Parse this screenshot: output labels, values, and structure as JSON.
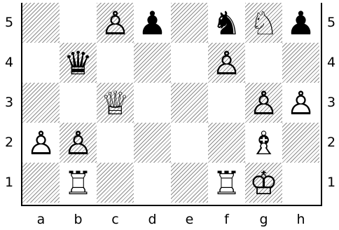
{
  "board": {
    "files": [
      "a",
      "b",
      "c",
      "d",
      "e",
      "f",
      "g",
      "h"
    ],
    "ranks": [
      "5",
      "4",
      "3",
      "2",
      "1"
    ],
    "pieces": [
      {
        "square": "c5",
        "piece": "white-pawn",
        "glyph": "♙"
      },
      {
        "square": "d5",
        "piece": "black-pawn",
        "glyph": "♟"
      },
      {
        "square": "f5",
        "piece": "black-knight",
        "glyph": "♞"
      },
      {
        "square": "g5",
        "piece": "white-knight",
        "glyph": "♘"
      },
      {
        "square": "h5",
        "piece": "black-pawn",
        "glyph": "♟"
      },
      {
        "square": "b4",
        "piece": "black-queen",
        "glyph": "♛"
      },
      {
        "square": "f4",
        "piece": "white-pawn",
        "glyph": "♙"
      },
      {
        "square": "c3",
        "piece": "white-queen",
        "glyph": "♕"
      },
      {
        "square": "g3",
        "piece": "white-pawn",
        "glyph": "♙"
      },
      {
        "square": "h3",
        "piece": "white-pawn",
        "glyph": "♙"
      },
      {
        "square": "a2",
        "piece": "white-pawn",
        "glyph": "♙"
      },
      {
        "square": "b2",
        "piece": "white-pawn",
        "glyph": "♙"
      },
      {
        "square": "g2",
        "piece": "white-bishop",
        "glyph": "♗"
      },
      {
        "square": "b1",
        "piece": "white-rook",
        "glyph": "♖"
      },
      {
        "square": "f1",
        "piece": "white-rook",
        "glyph": "♖"
      },
      {
        "square": "g1",
        "piece": "white-king",
        "glyph": "♔"
      }
    ]
  }
}
